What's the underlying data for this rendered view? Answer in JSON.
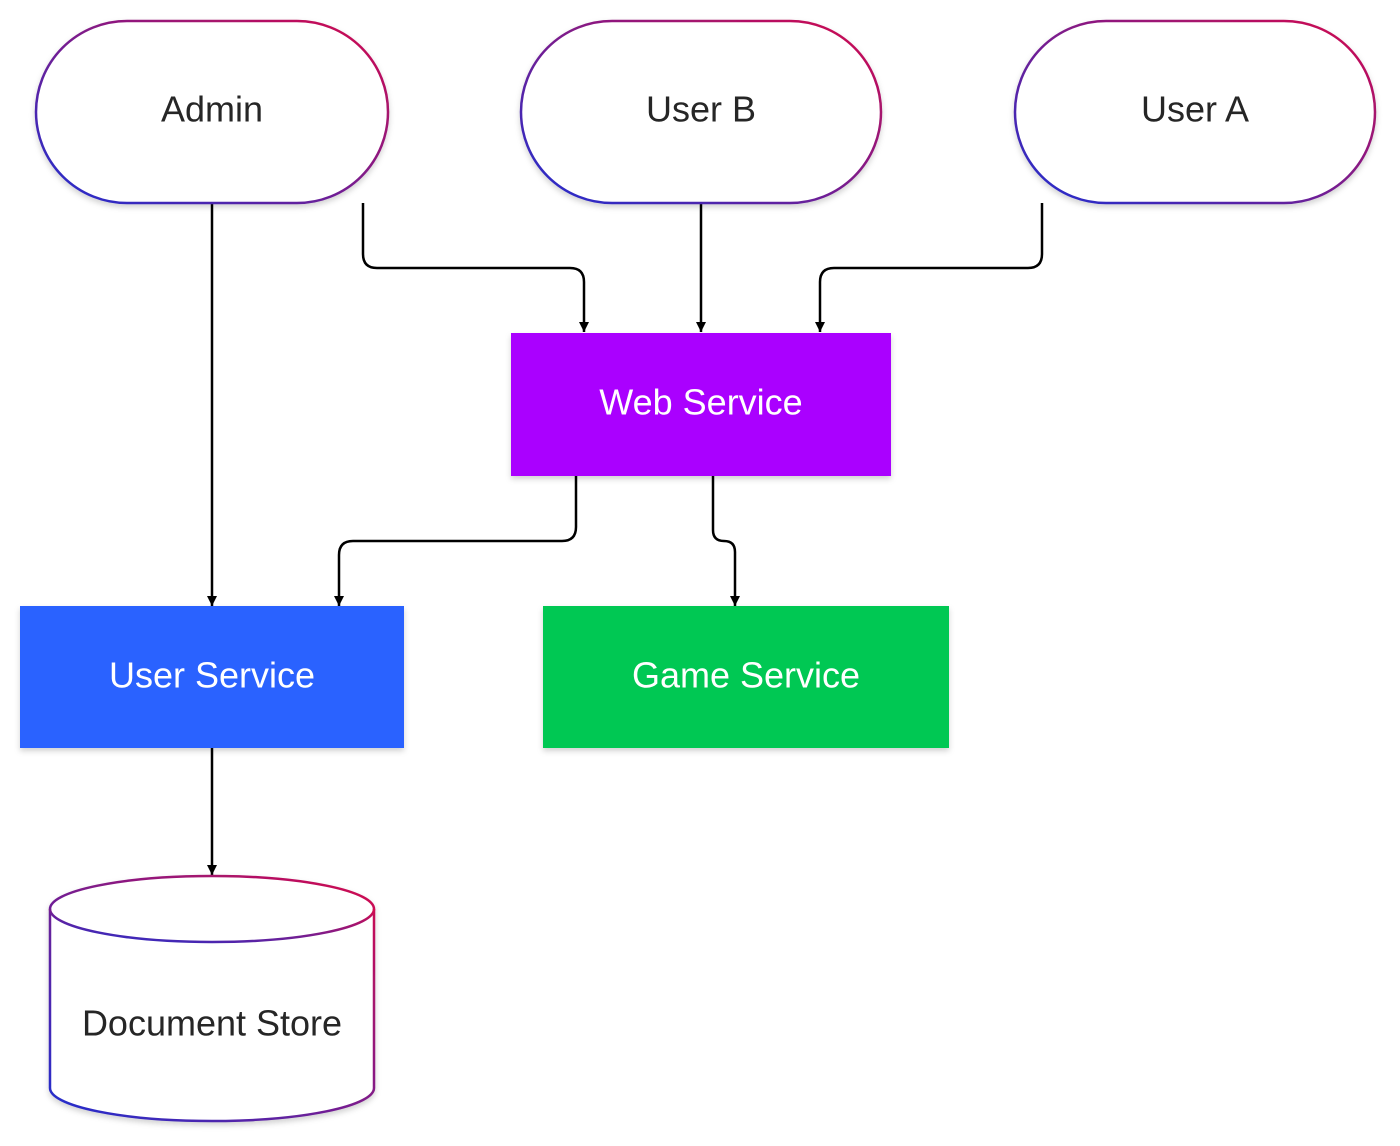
{
  "diagram": {
    "nodes": {
      "admin": {
        "label": "Admin"
      },
      "user_b": {
        "label": "User B"
      },
      "user_a": {
        "label": "User A"
      },
      "web_service": {
        "label": "Web Service",
        "color": "#aa00ff"
      },
      "user_service": {
        "label": "User Service",
        "color": "#2962ff"
      },
      "game_service": {
        "label": "Game Service",
        "color": "#00c853"
      },
      "document_store": {
        "label": "Document Store"
      }
    },
    "edges": [
      {
        "from": "Admin",
        "to": "User Service"
      },
      {
        "from": "Admin",
        "to": "Web Service"
      },
      {
        "from": "User B",
        "to": "Web Service"
      },
      {
        "from": "User A",
        "to": "Web Service"
      },
      {
        "from": "Web Service",
        "to": "User Service"
      },
      {
        "from": "Web Service",
        "to": "Game Service"
      },
      {
        "from": "User Service",
        "to": "Document Store"
      }
    ],
    "outline_gradient": [
      "#1e2fd0",
      "#d40a4c"
    ]
  }
}
